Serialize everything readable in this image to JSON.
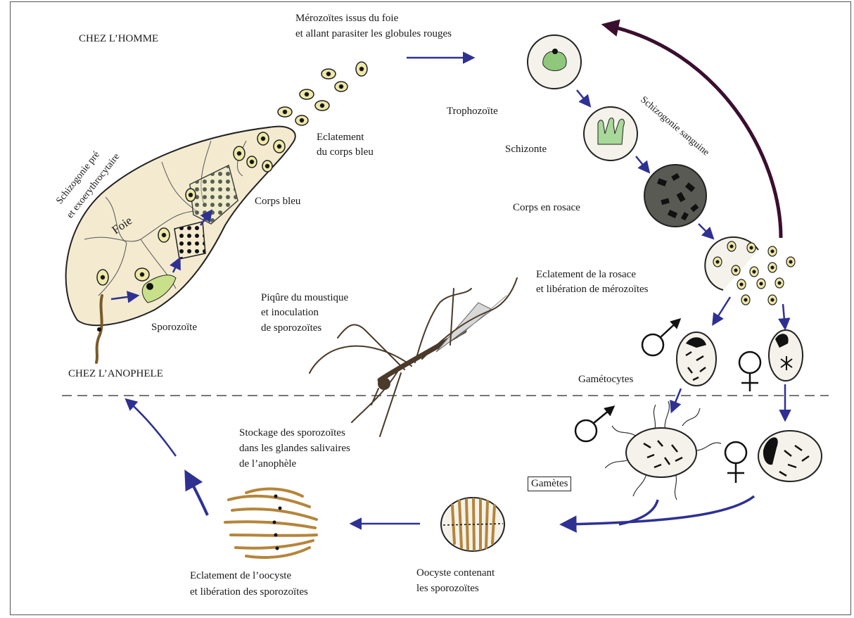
{
  "labels": {
    "chez_homme": "CHEZ L’HOMME",
    "chez_anophele": "CHEZ L’ANOPHELE",
    "schizo_pre_1": "Schizogonie pré",
    "schizo_pre_2": "et exoerythrocytaire",
    "foie": "Foie",
    "sporozoite": "Sporozoïte",
    "corps_bleu": "Corps bleu",
    "eclatement_corps_bleu_1": "Eclatement",
    "eclatement_corps_bleu_2": "du corps bleu",
    "merozoites_1": "Mérozoïtes issus du foie",
    "merozoites_2": "et allant parasiter les globules rouges",
    "trophozoite": "Trophozoïte",
    "schizonte": "Schizonte",
    "corps_rosace": "Corps  en rosace",
    "schizo_sanguine": "Schizogonie sanguine",
    "eclatement_rosace_1": "Eclatement de la rosace",
    "eclatement_rosace_2": "et libération de mérozoïtes",
    "piqure_1": "Piqûre du moustique",
    "piqure_2": "et inoculation",
    "piqure_3": "de sporozoïtes",
    "gametocytes": "Gamétocytes",
    "gametes": "Gamètes",
    "stockage_1": "Stockage des sporozoïtes",
    "stockage_2": "dans les glandes salivaires",
    "stockage_3": "de l’anophèle",
    "eclatement_oocyste_1": "Eclatement de l’oocyste",
    "eclatement_oocyste_2": "et libération des sporozoïtes",
    "oocyste_1": "Oocyste contenant",
    "oocyste_2": "les sporozoïtes"
  },
  "colors": {
    "arrow": "#2e3192",
    "cycle_arrow": "#3a0f2e",
    "liver_fill": "#f3ead0",
    "parasite": "#c9e08a",
    "cell_fill": "#f4f2ea",
    "merozoite": "#efe9a8"
  }
}
